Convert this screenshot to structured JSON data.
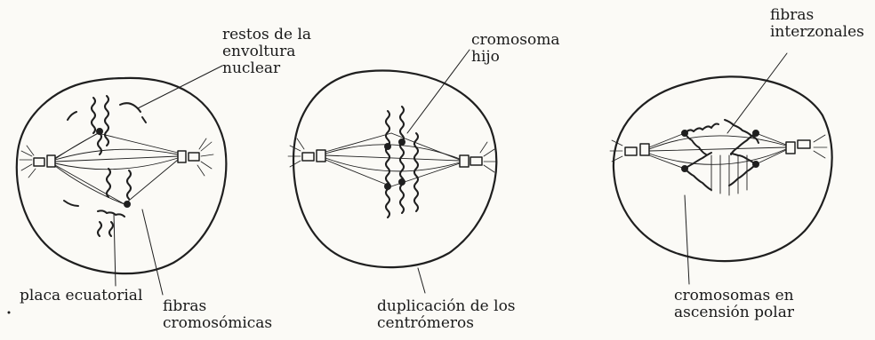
{
  "labels": {
    "restos": [
      "restos de la",
      "envoltura",
      "nuclear"
    ],
    "placa": "placa ecuatorial",
    "fibras_crom": [
      "fibras",
      "cromosómicas"
    ],
    "cromosoma_hijo": [
      "cromosoma",
      "hijo"
    ],
    "duplicacion": [
      "duplicación de los",
      "centrómeros"
    ],
    "fibras_inter": [
      "fibras",
      "interzonales"
    ],
    "ascension": [
      "cromosomas en",
      "ascensión polar"
    ]
  }
}
